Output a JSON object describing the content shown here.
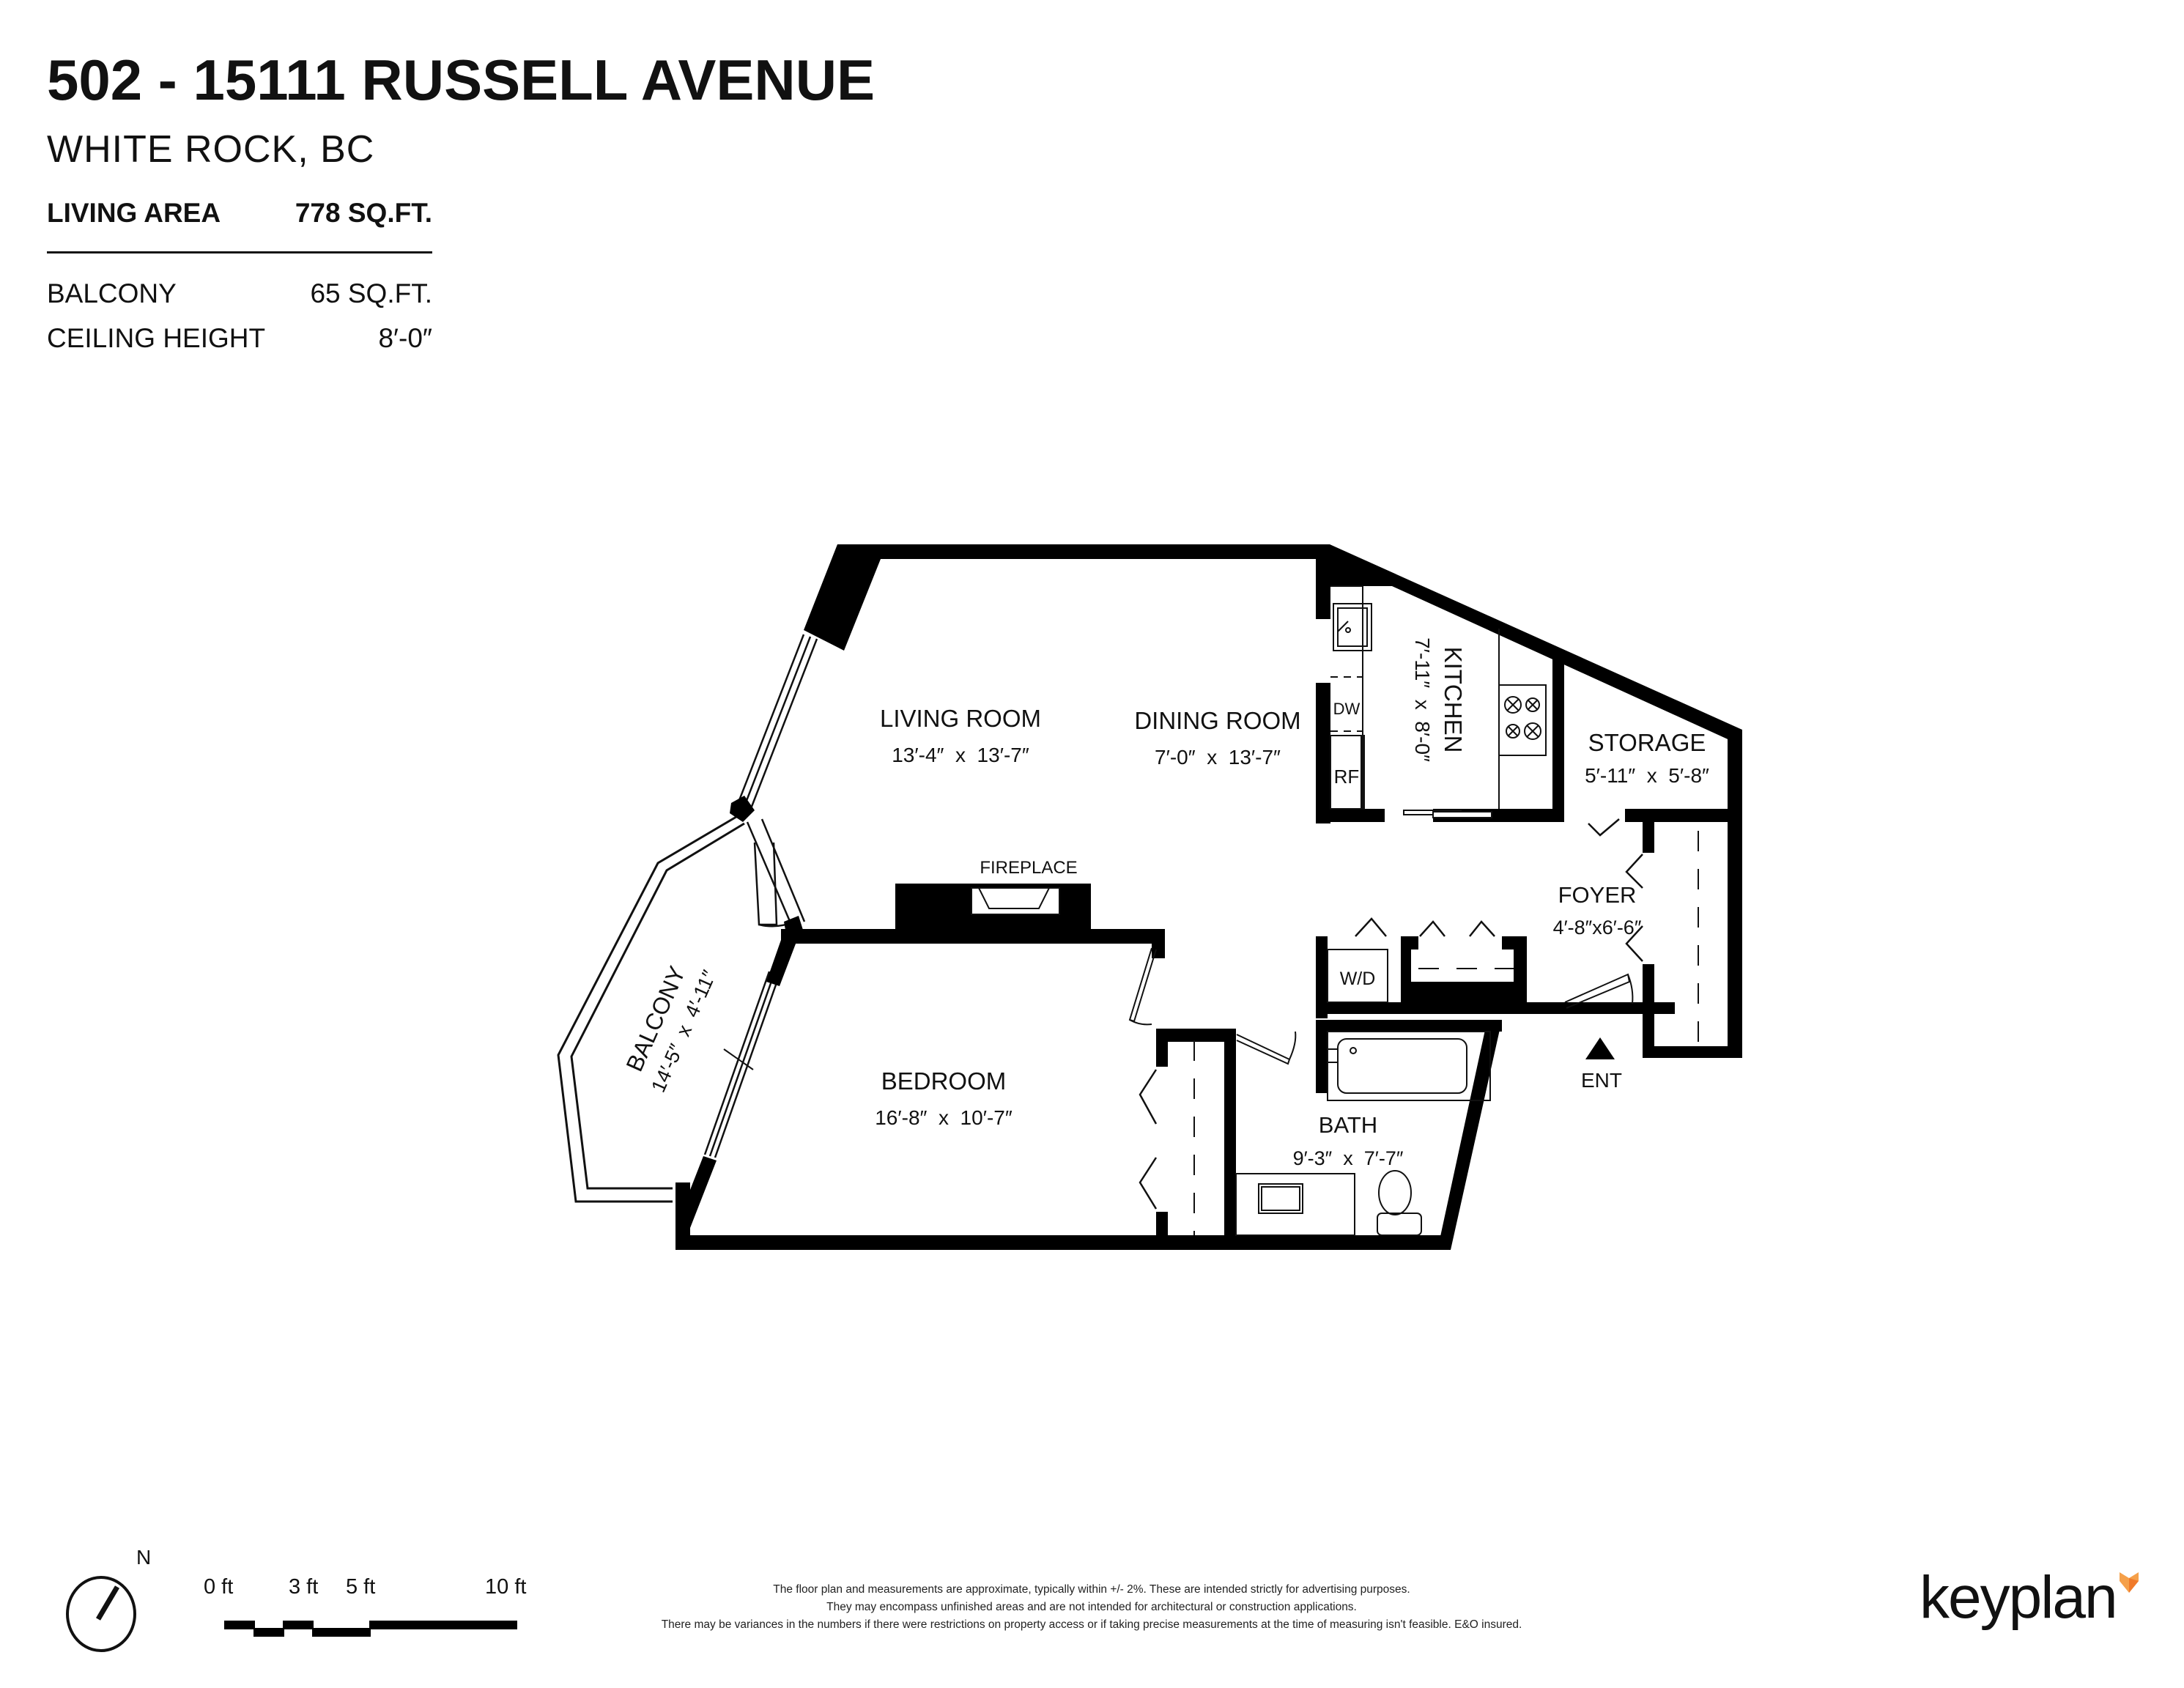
{
  "header": {
    "title": "502 - 15111 RUSSELL AVENUE",
    "subtitle": "WHITE ROCK, BC"
  },
  "stats": {
    "living_area": {
      "label": "LIVING AREA",
      "value": "778 SQ.FT."
    },
    "balcony": {
      "label": "BALCONY",
      "value": "65 SQ.FT."
    },
    "ceiling_height": {
      "label": "CEILING HEIGHT",
      "value": "8′-0″"
    }
  },
  "rooms": {
    "living_room": {
      "name": "LIVING ROOM",
      "dims": "13′-4″  x  13′-7″"
    },
    "dining_room": {
      "name": "DINING ROOM",
      "dims": "7′-0″  x  13′-7″"
    },
    "kitchen": {
      "name": "KITCHEN",
      "dims": "7′-11″  x  8′-0″"
    },
    "storage": {
      "name": "STORAGE",
      "dims": "5′-11″  x  5′-8″"
    },
    "foyer": {
      "name": "FOYER",
      "dims": "4′-8″x6′-6″"
    },
    "bedroom": {
      "name": "BEDROOM",
      "dims": "16′-8″  x  10′-7″"
    },
    "bath": {
      "name": "BATH",
      "dims": "9′-3″  x  7′-7″"
    },
    "balcony": {
      "name": "BALCONY",
      "dims": "14′-5″  x  4′-11″"
    }
  },
  "fixtures": {
    "fireplace": "FIREPLACE",
    "dishwasher": "DW",
    "refrigerator": "RF",
    "washer_dryer": "W/D",
    "entrance": "ENT"
  },
  "compass": {
    "label": "N"
  },
  "scale_bar": {
    "labels": [
      "0 ft",
      "3 ft",
      "5 ft",
      "10 ft"
    ]
  },
  "disclaimer": {
    "line1": "The floor plan and measurements are approximate, typically within +/- 2%. These are intended strictly for advertising purposes.",
    "line2": "They may encompass unfinished areas and are not intended for architectural or construction applications.",
    "line3": "There may be variances in the numbers if there were restrictions on property access or if taking precise measurements at the time of measuring isn't feasible. E&O insured."
  },
  "brand": {
    "name": "keyplan",
    "accent_color": "#F07A2A",
    "accent_color_light": "#F5A04A"
  },
  "colors": {
    "wall": "#000000",
    "text": "#111111",
    "background": "#FFFFFF"
  }
}
